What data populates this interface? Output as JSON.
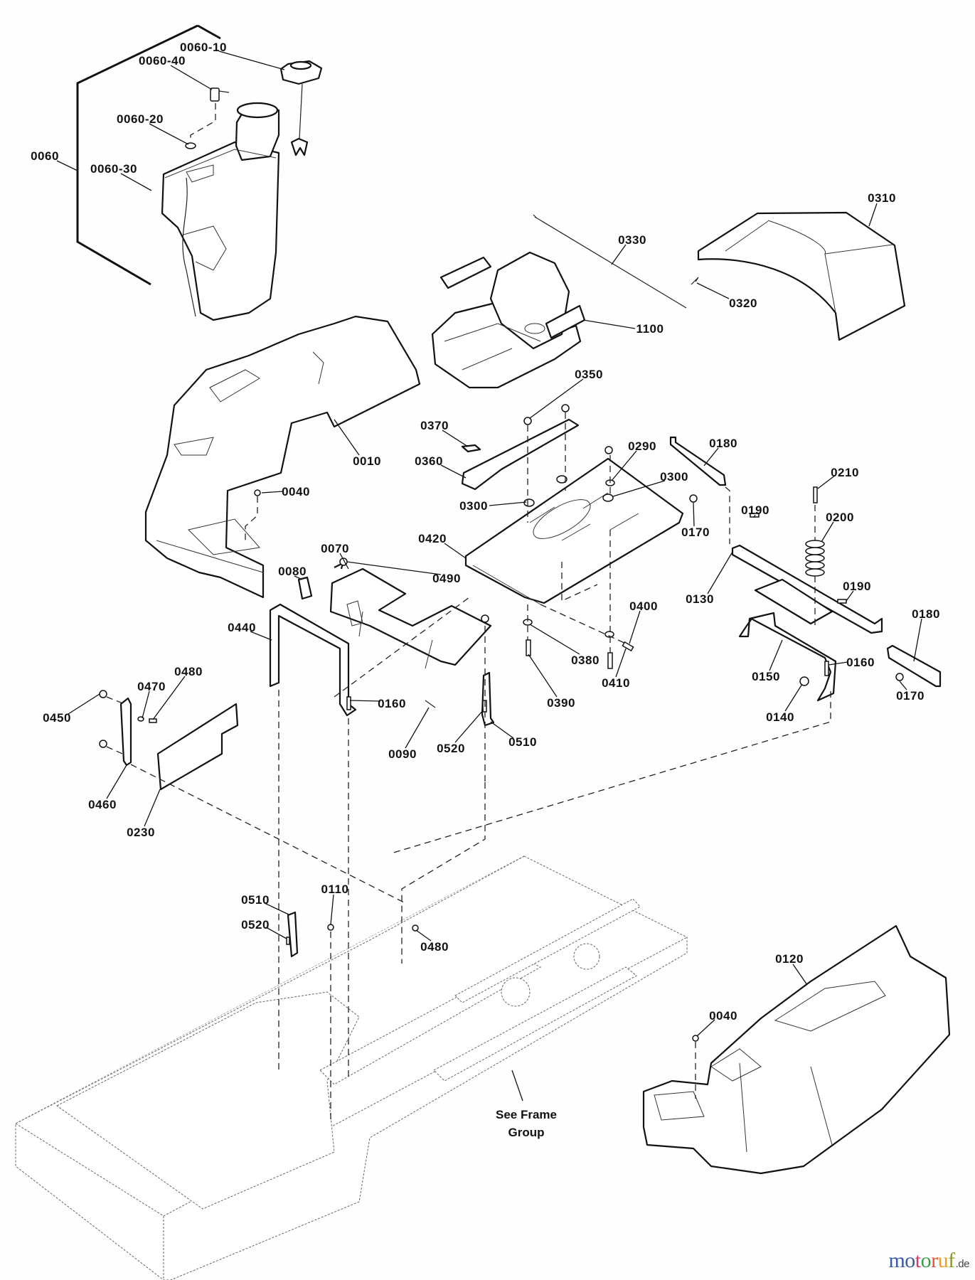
{
  "diagram": {
    "title": "Exploded parts diagram - seat, fuel tank and fender group",
    "callouts": [
      {
        "id": "0060-10",
        "label": "0060-10"
      },
      {
        "id": "0060-40",
        "label": "0060-40"
      },
      {
        "id": "0060-20",
        "label": "0060-20"
      },
      {
        "id": "0060",
        "label": "0060"
      },
      {
        "id": "0060-30",
        "label": "0060-30"
      },
      {
        "id": "0310",
        "label": "0310"
      },
      {
        "id": "0330",
        "label": "0330"
      },
      {
        "id": "0320",
        "label": "0320"
      },
      {
        "id": "1100",
        "label": "1100"
      },
      {
        "id": "0350",
        "label": "0350"
      },
      {
        "id": "0010",
        "label": "0010"
      },
      {
        "id": "0370",
        "label": "0370"
      },
      {
        "id": "0360",
        "label": "0360"
      },
      {
        "id": "0290",
        "label": "0290"
      },
      {
        "id": "0300a",
        "label": "0300"
      },
      {
        "id": "0180a",
        "label": "0180"
      },
      {
        "id": "0210",
        "label": "0210"
      },
      {
        "id": "0300b",
        "label": "0300"
      },
      {
        "id": "0040a",
        "label": "0040"
      },
      {
        "id": "0170a",
        "label": "0170"
      },
      {
        "id": "0190a",
        "label": "0190"
      },
      {
        "id": "0200",
        "label": "0200"
      },
      {
        "id": "0420",
        "label": "0420"
      },
      {
        "id": "0070",
        "label": "0070"
      },
      {
        "id": "0490",
        "label": "0490"
      },
      {
        "id": "0080",
        "label": "0080"
      },
      {
        "id": "0130",
        "label": "0130"
      },
      {
        "id": "0190b",
        "label": "0190"
      },
      {
        "id": "0400",
        "label": "0400"
      },
      {
        "id": "0180b",
        "label": "0180"
      },
      {
        "id": "0440",
        "label": "0440"
      },
      {
        "id": "0380",
        "label": "0380"
      },
      {
        "id": "0410",
        "label": "0410"
      },
      {
        "id": "0150",
        "label": "0150"
      },
      {
        "id": "0160a",
        "label": "0160"
      },
      {
        "id": "0480a",
        "label": "0480"
      },
      {
        "id": "0470",
        "label": "0470"
      },
      {
        "id": "0450",
        "label": "0450"
      },
      {
        "id": "0390",
        "label": "0390"
      },
      {
        "id": "0140",
        "label": "0140"
      },
      {
        "id": "0170b",
        "label": "0170"
      },
      {
        "id": "0160b",
        "label": "0160"
      },
      {
        "id": "0520a",
        "label": "0520"
      },
      {
        "id": "0510a",
        "label": "0510"
      },
      {
        "id": "0090",
        "label": "0090"
      },
      {
        "id": "0460",
        "label": "0460"
      },
      {
        "id": "0230",
        "label": "0230"
      },
      {
        "id": "0510b",
        "label": "0510"
      },
      {
        "id": "0110",
        "label": "0110"
      },
      {
        "id": "0520b",
        "label": "0520"
      },
      {
        "id": "0480b",
        "label": "0480"
      },
      {
        "id": "0120",
        "label": "0120"
      },
      {
        "id": "0040b",
        "label": "0040"
      }
    ],
    "note": {
      "line1": "See Frame",
      "line2": "Group"
    }
  },
  "watermark": {
    "letters": [
      {
        "ch": "m",
        "color": "#3b5aa8"
      },
      {
        "ch": "o",
        "color": "#3b5aa8"
      },
      {
        "ch": "t",
        "color": "#d9367a"
      },
      {
        "ch": "o",
        "color": "#3aa043"
      },
      {
        "ch": "r",
        "color": "#e8503a"
      },
      {
        "ch": "u",
        "color": "#f0a020"
      },
      {
        "ch": "f",
        "color": "#8a9a2a"
      }
    ],
    "tld": ".de"
  }
}
